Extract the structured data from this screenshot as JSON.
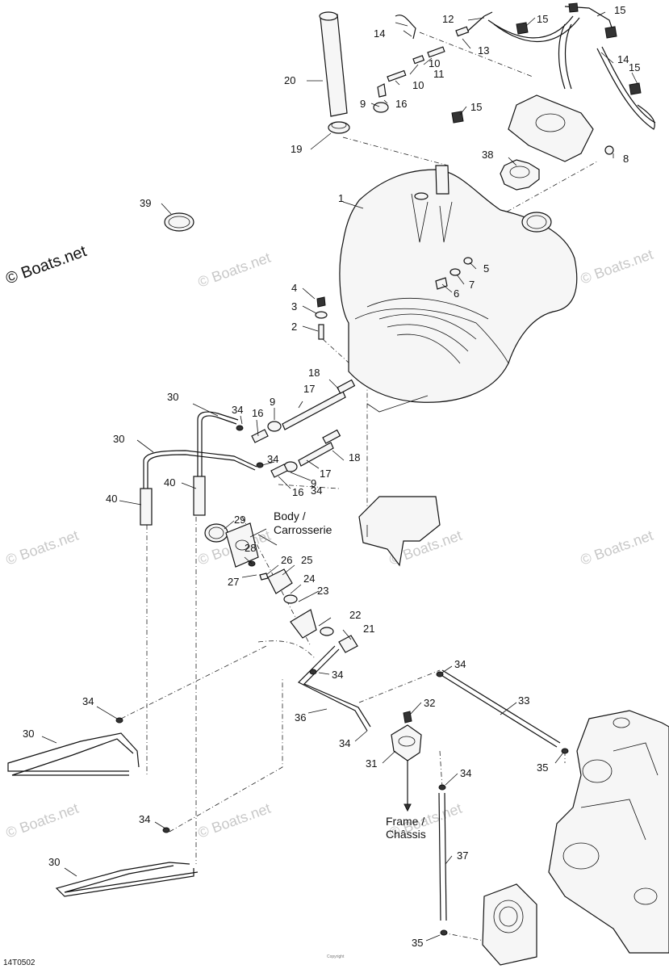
{
  "watermarks": {
    "main": "© Boats.net",
    "faint": "© Boats.net"
  },
  "notes": {
    "body_line1": "Body /",
    "body_line2": "Carrosserie",
    "frame_line1": "Frame /",
    "frame_line2": "Châssis"
  },
  "diagram_code": "14T0502",
  "copyright_text": "Copyright",
  "callouts": [
    "1",
    "2",
    "3",
    "4",
    "5",
    "6",
    "7",
    "8",
    "9",
    "9",
    "9",
    "10",
    "10",
    "11",
    "12",
    "13",
    "14",
    "14",
    "15",
    "15",
    "15",
    "15",
    "16",
    "16",
    "16",
    "17",
    "17",
    "18",
    "18",
    "19",
    "20",
    "21",
    "22",
    "23",
    "24",
    "25",
    "26",
    "27",
    "28",
    "29",
    "30",
    "30",
    "30",
    "30",
    "31",
    "32",
    "33",
    "34",
    "34",
    "34",
    "34",
    "34",
    "34",
    "34",
    "34",
    "34",
    "35",
    "35",
    "36",
    "37",
    "38",
    "39",
    "40",
    "40"
  ]
}
